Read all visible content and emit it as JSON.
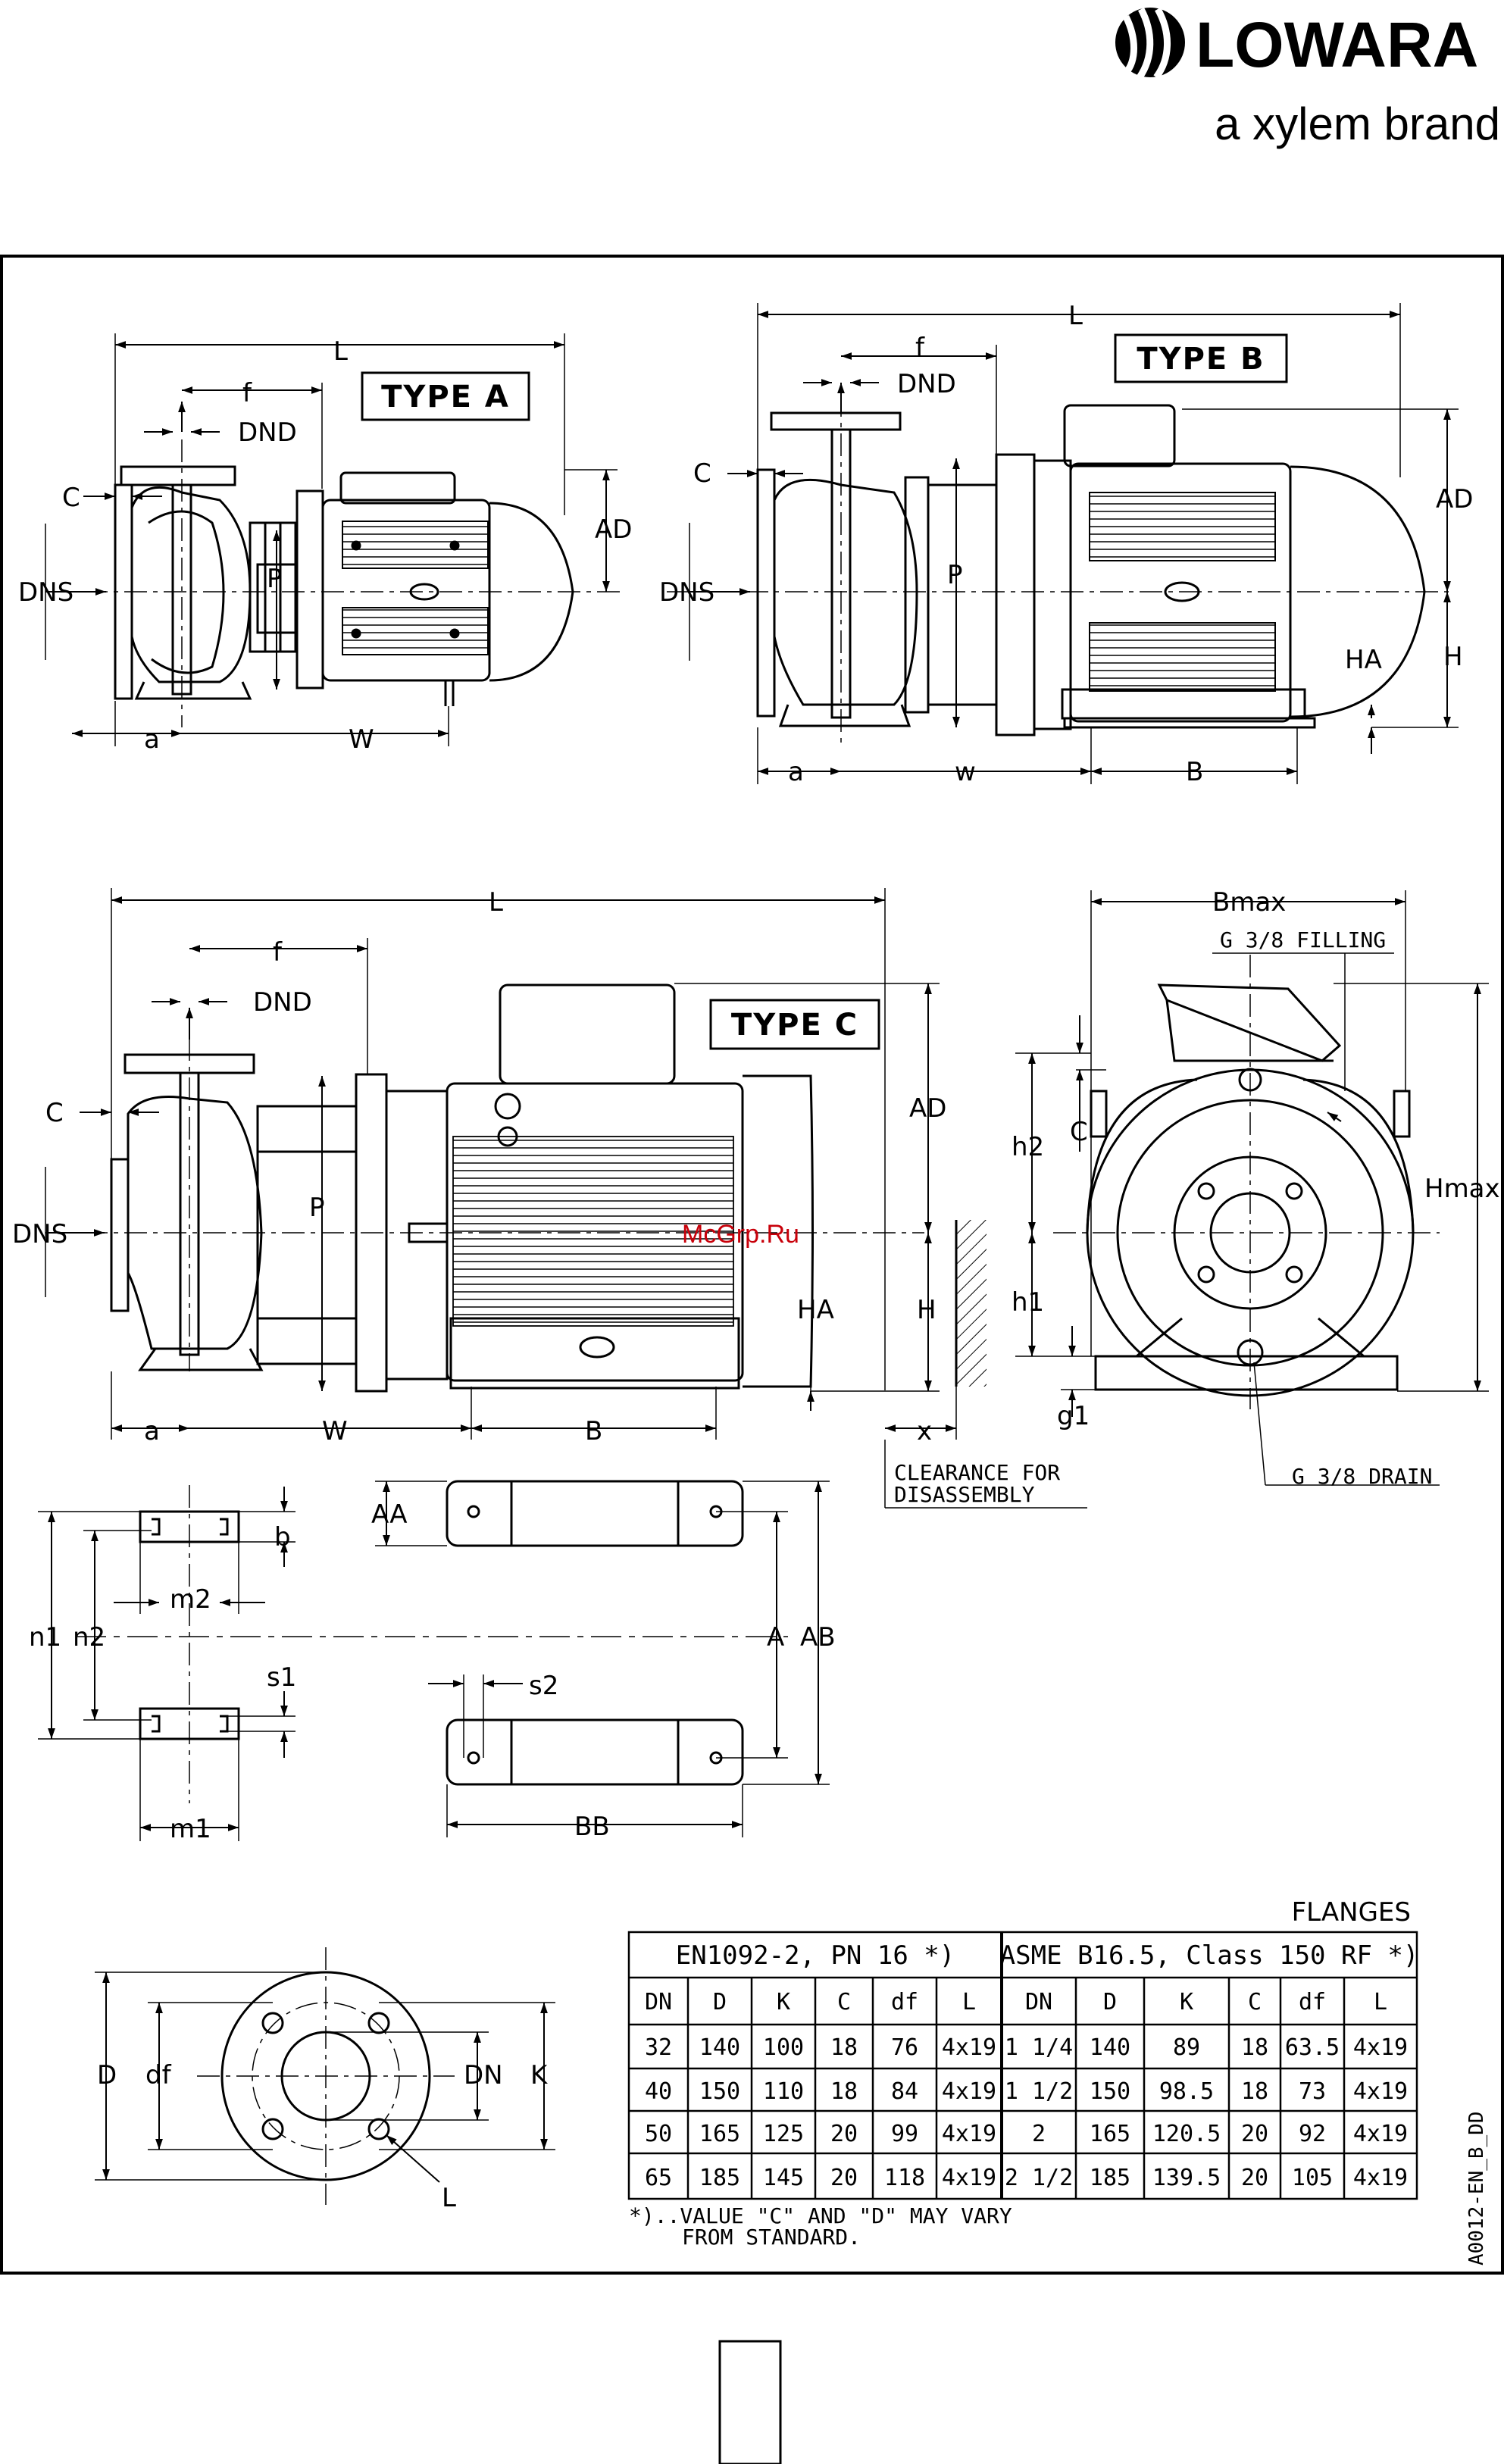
{
  "brand": {
    "logo_text": "LOWARA",
    "tagline": "a xylem brand"
  },
  "types": {
    "a": "TYPE A",
    "b": "TYPE B",
    "c": "TYPE C"
  },
  "labels": {
    "L": "L",
    "f": "f",
    "DND": "DND",
    "C": "C",
    "DNS": "DNS",
    "P": "P",
    "AD": "AD",
    "a": "a",
    "W": "W",
    "w": "w",
    "B": "B",
    "H": "H",
    "HA": "HA",
    "x": "x",
    "Bmax": "Bmax",
    "Hmax": "Hmax",
    "h1": "h1",
    "h2": "h2",
    "g1": "g1",
    "filling": "G 3/8 FILLING",
    "drain": "G 3/8 DRAIN",
    "clearance_1": "CLEARANCE FOR",
    "clearance_2": "DISASSEMBLY",
    "AA": "AA",
    "b": "b",
    "m2": "m2",
    "n1": "n1",
    "n2": "n2",
    "A": "A",
    "AB": "AB",
    "s1": "s1",
    "s2": "s2",
    "m1": "m1",
    "BB": "BB",
    "D": "D",
    "df": "df",
    "DN": "DN",
    "K": "K",
    "Lbolt": "L",
    "watermark": "McGrp.Ru",
    "drawing_code": "A0012-EN_B_DD"
  },
  "flanges": {
    "title": "FLANGES",
    "group_en": "EN1092-2, PN 16 *)",
    "group_asme": "ASME B16.5, Class 150 RF *)",
    "headers": [
      "DN",
      "D",
      "K",
      "C",
      "df",
      "L",
      "DN",
      "D",
      "K",
      "C",
      "df",
      "L"
    ],
    "rows": [
      [
        "32",
        "140",
        "100",
        "18",
        "76",
        "4x19",
        "1 1/4",
        "140",
        "89",
        "18",
        "63.5",
        "4x19"
      ],
      [
        "40",
        "150",
        "110",
        "18",
        "84",
        "4x19",
        "1 1/2",
        "150",
        "98.5",
        "18",
        "73",
        "4x19"
      ],
      [
        "50",
        "165",
        "125",
        "20",
        "99",
        "4x19",
        "2",
        "165",
        "120.5",
        "20",
        "92",
        "4x19"
      ],
      [
        "65",
        "185",
        "145",
        "20",
        "118",
        "4x19",
        "2 1/2",
        "185",
        "139.5",
        "20",
        "105",
        "4x19"
      ]
    ],
    "note_1": "*)..VALUE \"C\" AND \"D\" MAY VARY",
    "note_2": "FROM STANDARD."
  }
}
